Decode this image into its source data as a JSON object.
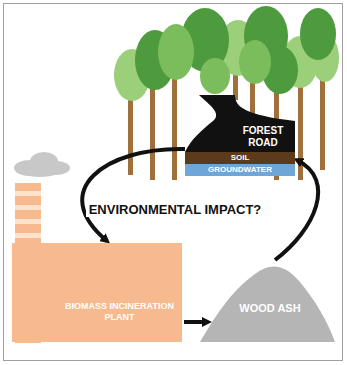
{
  "diagram": {
    "nodes": [
      {
        "text": [
          "FOREST ROAD"
        ]
      },
      {
        "text": [
          "SOIL"
        ]
      },
      {
        "text": [
          "GROUNDWATER"
        ]
      },
      {
        "text": [
          "BIOMASS INCINERATION PLANT"
        ]
      },
      {
        "text": [
          "WOOD ASH"
        ]
      }
    ],
    "edges": [
      {
        "from": 0,
        "to": 3,
        "arrow": "to"
      },
      {
        "from": 3,
        "to": 4,
        "arrow": "to"
      },
      {
        "from": 4,
        "to": 1,
        "arrow": "to"
      }
    ],
    "labels": [
      "ENVIRONMENTAL IMPACT?"
    ]
  }
}
